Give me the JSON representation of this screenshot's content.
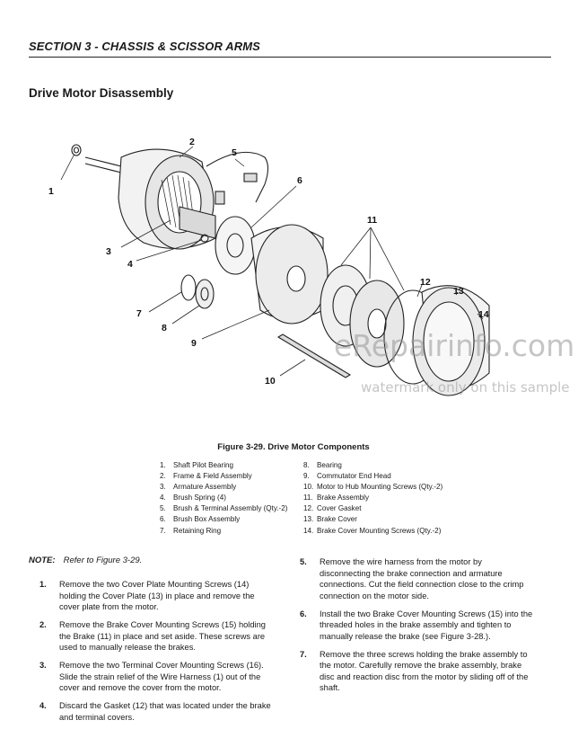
{
  "header": {
    "title": "SECTION 3 - CHASSIS & SCISSOR ARMS"
  },
  "section_title": "Drive Motor Disassembly",
  "figure": {
    "caption": "Figure 3-29.  Drive Motor Components",
    "callouts": [
      "1",
      "2",
      "3",
      "4",
      "5",
      "6",
      "7",
      "8",
      "9",
      "10",
      "11",
      "12",
      "13",
      "14"
    ]
  },
  "legend": {
    "left": [
      {
        "num": "1.",
        "label": "Shaft Pilot Bearing"
      },
      {
        "num": "2.",
        "label": "Frame & Field Assembly"
      },
      {
        "num": "3.",
        "label": "Armature Assembly"
      },
      {
        "num": "4.",
        "label": "Brush Spring (4)"
      },
      {
        "num": "5.",
        "label": "Brush & Terminal Assembly (Qty.-2)"
      },
      {
        "num": "6.",
        "label": "Brush Box Assembly"
      },
      {
        "num": "7.",
        "label": "Retaining Ring"
      }
    ],
    "right": [
      {
        "num": "8.",
        "label": "Bearing"
      },
      {
        "num": "9.",
        "label": "Commutator End Head"
      },
      {
        "num": "10.",
        "label": "Motor to Hub Mounting Screws (Qty.-2)"
      },
      {
        "num": "11.",
        "label": "Brake Assembly"
      },
      {
        "num": "12.",
        "label": "Cover Gasket"
      },
      {
        "num": "13.",
        "label": "Brake Cover"
      },
      {
        "num": "14.",
        "label": "Brake Cover Mounting Screws (Qty.-2)"
      }
    ]
  },
  "note": {
    "label": "NOTE:",
    "text": "Refer to Figure 3-29."
  },
  "steps_left": [
    {
      "n": "1.",
      "text": "Remove the two Cover Plate Mounting Screws (14) holding the Cover Plate (13) in place and remove the cover plate from the motor."
    },
    {
      "n": "2.",
      "text": "Remove the Brake Cover Mounting Screws (15) holding the Brake (11) in place and set aside. These screws are used to manually release the brakes."
    },
    {
      "n": "3.",
      "text": "Remove the two Terminal Cover Mounting Screws (16). Slide the strain relief of the Wire Harness (1) out of the cover and remove the cover from the motor."
    },
    {
      "n": "4.",
      "text": "Discard the Gasket (12) that was located under the brake and terminal covers."
    }
  ],
  "steps_right": [
    {
      "n": "5.",
      "text": "Remove the wire harness from the motor by disconnecting the brake connection and armature connections. Cut the field connection close to the crimp connection on the motor side."
    },
    {
      "n": "6.",
      "text": "Install the two Brake Cover Mounting Screws (15) into the threaded holes in the brake assembly and tighten to manually release the brake (see Figure 3-28.)."
    },
    {
      "n": "7.",
      "text": "Remove the three screws holding the brake assembly to the motor. Carefully remove the brake assembly, brake disc and reaction disc from the motor by sliding off of the shaft."
    }
  ],
  "watermark": {
    "line1": "eRepairinfo.com",
    "line2": "watermark only on this sample"
  }
}
